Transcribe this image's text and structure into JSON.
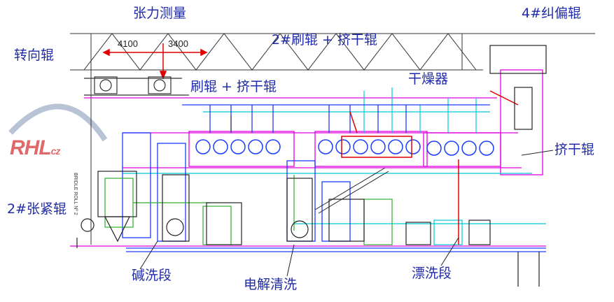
{
  "labels": {
    "tension_measure": "张力测量",
    "deflector_roll": "转向辊",
    "brush_squeeze": "刷辊 + 挤干辊",
    "brush_squeeze_2": "2#刷辊 + 挤干辊",
    "dryer": "干燥器",
    "steering_roll_4": "4#纠偏辊",
    "wringer_roll": "挤干辊",
    "bridle_roll_2": "2#张紧辊",
    "alkali_section": "碱洗段",
    "electrolytic_clean": "电解清洗",
    "rinse_section": "漂洗段"
  },
  "dimensions": {
    "d1": "4100",
    "d2": "3400"
  },
  "logo": {
    "main": "RHL",
    "suffix": "cz"
  },
  "equipment_text": "BRIDLE ROLL Nº 2",
  "colors": {
    "label": "#1f2ba8",
    "structure": "#222222",
    "pipe_blue": "#1a3cff",
    "magenta": "#e000e0",
    "cyan": "#00c8d8",
    "green": "#2fae2f",
    "red": "#e00000"
  }
}
